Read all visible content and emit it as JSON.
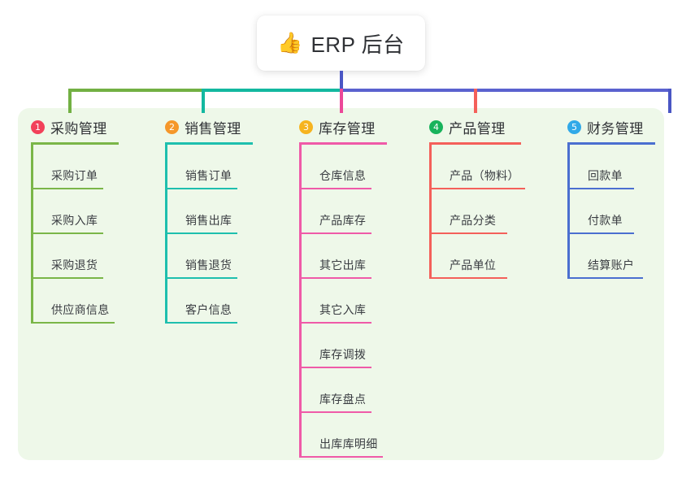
{
  "root": {
    "emoji": "👍",
    "title": "ERP 后台"
  },
  "colors": {
    "panel_background": "#eef8e9",
    "stem": "#4a56c4",
    "bus_green": "#72b043",
    "bus_teal": "#13b8a0",
    "bus_blue": "#5b62cf"
  },
  "columns": [
    {
      "number": "1",
      "title": "采购管理",
      "badge_color": "#f2415a",
      "line_color": "#7ab648",
      "rule_width": 108,
      "items": [
        {
          "label": "采购订单",
          "rule_width": 86
        },
        {
          "label": "采购入库",
          "rule_width": 86
        },
        {
          "label": "采购退货",
          "rule_width": 86
        },
        {
          "label": "供应商信息",
          "rule_width": 100
        }
      ]
    },
    {
      "number": "2",
      "title": "销售管理",
      "badge_color": "#f5972a",
      "line_color": "#1ebfae",
      "rule_width": 108,
      "items": [
        {
          "label": "销售订单",
          "rule_width": 86
        },
        {
          "label": "销售出库",
          "rule_width": 86
        },
        {
          "label": "销售退货",
          "rule_width": 86
        },
        {
          "label": "客户信息",
          "rule_width": 86
        }
      ]
    },
    {
      "number": "3",
      "title": "库存管理",
      "badge_color": "#f6b41f",
      "line_color": "#ef5aa8",
      "rule_width": 108,
      "items": [
        {
          "label": "仓库信息",
          "rule_width": 86
        },
        {
          "label": "产品库存",
          "rule_width": 86
        },
        {
          "label": "其它出库",
          "rule_width": 86
        },
        {
          "label": "其它入库",
          "rule_width": 86
        },
        {
          "label": "库存调拨",
          "rule_width": 86
        },
        {
          "label": "库存盘点",
          "rule_width": 86
        },
        {
          "label": "出库库明细",
          "rule_width": 100
        }
      ]
    },
    {
      "number": "4",
      "title": "产品管理",
      "badge_color": "#18b35c",
      "line_color": "#f4605a",
      "rule_width": 113,
      "items": [
        {
          "label": "产品（物料）",
          "rule_width": 115
        },
        {
          "label": "产品分类",
          "rule_width": 93
        },
        {
          "label": "产品单位",
          "rule_width": 93
        }
      ]
    },
    {
      "number": "5",
      "title": "财务管理",
      "badge_color": "#31a9e8",
      "line_color": "#4b6fd0",
      "rule_width": 108,
      "items": [
        {
          "label": "回款单",
          "rule_width": 79
        },
        {
          "label": "付款单",
          "rule_width": 79
        },
        {
          "label": "结算账户",
          "rule_width": 90
        }
      ]
    }
  ]
}
